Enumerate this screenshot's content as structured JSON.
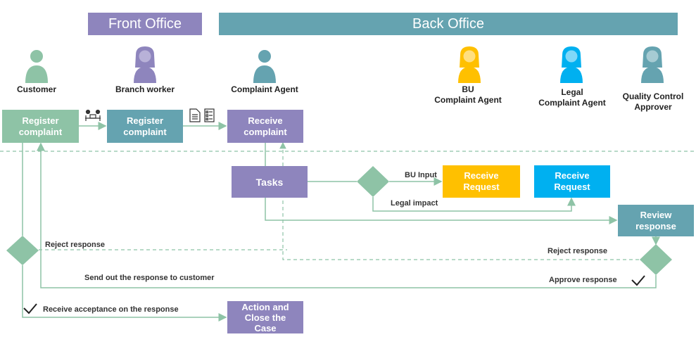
{
  "headers": {
    "front": "Front Office",
    "back": "Back Office"
  },
  "actors": {
    "customer": "Customer",
    "branch": "Branch worker",
    "agent": "Complaint Agent",
    "bu": "BU\nComplaint Agent",
    "legal": "Legal\nComplaint Agent",
    "qc": "Quality Control\nApprover"
  },
  "boxes": {
    "reg1": "Register\ncomplaint",
    "reg2": "Register\ncomplaint",
    "receive": "Receive\ncomplaint",
    "tasks": "Tasks",
    "bu_req": "Receive\nRequest",
    "legal_req": "Receive\nRequest",
    "review": "Review\nresponse",
    "close": "Action and\nClose the\nCase"
  },
  "edges": {
    "bu_input": "BU Input",
    "legal_impact": "Legal impact",
    "reject_left": "Reject  response",
    "reject_right": "Reject  response",
    "send_out": "Send out the response to customer",
    "approve": "Approve response",
    "accept": "Receive acceptance on the response"
  },
  "colors": {
    "purple": "#8e85bd",
    "teal": "#65a3b0",
    "green": "#8ec3a6",
    "yellow": "#ffc000",
    "cyan": "#00b0f0",
    "line": "#8ec3a6"
  }
}
